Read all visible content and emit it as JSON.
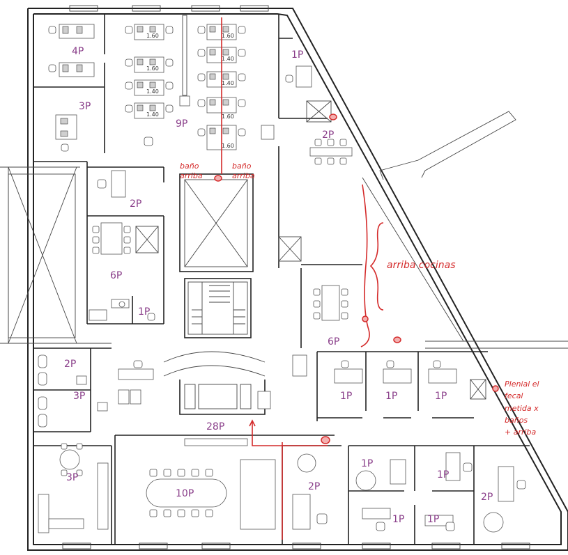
{
  "rooms": [
    {
      "id": "r1",
      "capacity": "4P"
    },
    {
      "id": "r2",
      "capacity": "3P"
    },
    {
      "id": "r3",
      "capacity": "9P"
    },
    {
      "id": "r4",
      "capacity": "1P"
    },
    {
      "id": "r5",
      "capacity": "2P"
    },
    {
      "id": "r6",
      "capacity": "2P"
    },
    {
      "id": "r7",
      "capacity": "6P"
    },
    {
      "id": "r8",
      "capacity": "1P"
    },
    {
      "id": "r9",
      "capacity": "6P"
    },
    {
      "id": "r10",
      "capacity": "2P"
    },
    {
      "id": "r11",
      "capacity": "3P"
    },
    {
      "id": "r12",
      "capacity": "28P"
    },
    {
      "id": "r13",
      "capacity": "1P"
    },
    {
      "id": "r14",
      "capacity": "1P"
    },
    {
      "id": "r15",
      "capacity": "1P"
    },
    {
      "id": "r16",
      "capacity": "3P"
    },
    {
      "id": "r17",
      "capacity": "10P"
    },
    {
      "id": "r18",
      "capacity": "2P"
    },
    {
      "id": "r19",
      "capacity": "1P"
    },
    {
      "id": "r20",
      "capacity": "1P"
    },
    {
      "id": "r21",
      "capacity": "2P"
    },
    {
      "id": "r22",
      "capacity": "1P"
    },
    {
      "id": "r23",
      "capacity": "1P"
    }
  ],
  "desk_labels_left": [
    "1.60",
    "1.60",
    "1.40",
    "1.40"
  ],
  "desk_labels_right": [
    "1.60",
    "1.40",
    "1.40",
    "1.60",
    "1.60"
  ],
  "annotations": {
    "top_left": [
      "baño",
      "arriba"
    ],
    "top_right": [
      "baño",
      "arriba"
    ],
    "right_brace": "arriba cocinas",
    "right_bottom": [
      "Plenial el",
      "fecal",
      "metida x",
      "baños",
      "+ arriba"
    ]
  },
  "colors": {
    "capacity": "#8a3f8a",
    "annotation": "#d42a2a",
    "wall": "#222222"
  }
}
